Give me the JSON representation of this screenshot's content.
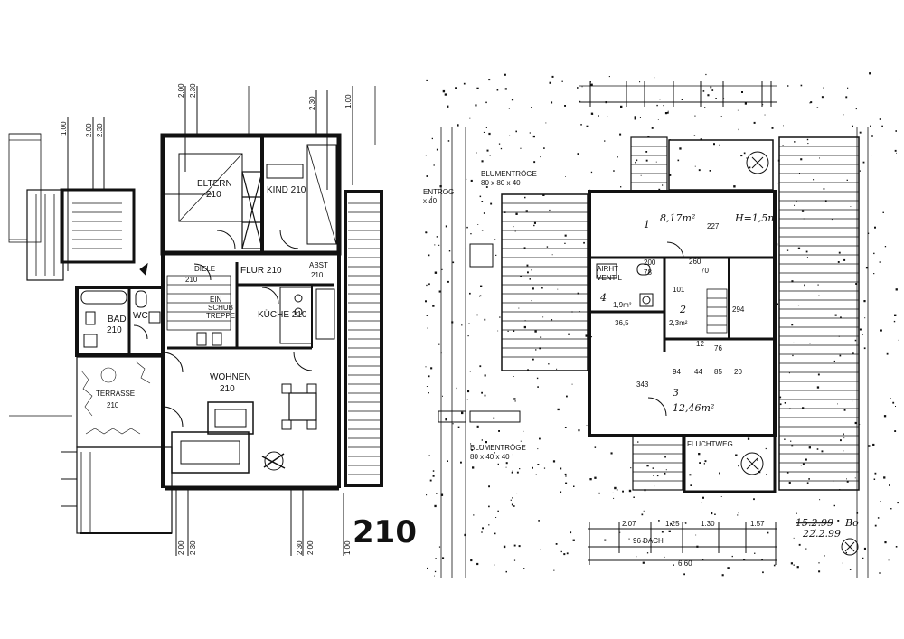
{
  "left_plan": {
    "unit_number": "210",
    "rooms": {
      "eltern": "ELTERN",
      "eltern_num": "210",
      "kind": "KIND 210",
      "diele": "DIELE",
      "diele_num": "210",
      "flur": "FLUR 210",
      "abst": "ABST",
      "abst_num": "210",
      "bad": "BAD",
      "bad_num": "210",
      "wc": "WC",
      "kueche": "KÜCHE 210",
      "treppe_1": "EIN",
      "treppe_2": "SCHUB",
      "treppe_3": "TREPPE",
      "wohnen": "WOHNEN",
      "wohnen_num": "210",
      "terrasse": "TERRASSE",
      "terrasse_num": "210"
    },
    "dims": {
      "top_a": "2.00",
      "top_b": "2.30",
      "top_c": "2.30",
      "top_d": "1.00",
      "left_a": "1.00",
      "left_b": "2.00",
      "left_c": "2.30",
      "bottom_a": "2.00",
      "bottom_b": "2.30",
      "bottom_c": "2.30",
      "bottom_d": "2.00",
      "bottom_e": "1.00"
    }
  },
  "right_plan": {
    "labels": {
      "bluementroege_top": "BLUMENTRÖGE",
      "bluementroege_top_dim": "80 x 80 x 40",
      "trog_left": "ENTROG",
      "trog_left_dim": "x 40",
      "bluementroege_bottom": "BLUMENTRÖGE",
      "bluementroege_bottom_dim": "80 x 40 x 40",
      "fluchtweg": "FLUCHTWEG"
    },
    "rooms": {
      "r1_num": "1",
      "r1_area": "8,17m²",
      "r1_height": "H=1,5m",
      "r2_num": "2",
      "r2_area": "2,3m²",
      "r3_num": "3",
      "r3_area": "12,46m²",
      "r4_num": "4",
      "r4_area": "1,9m²",
      "airtech": "AIRHT",
      "ventil": "VENTIL"
    },
    "dims": {
      "d227": "227",
      "d260": "260",
      "d70": "70",
      "d200": "200",
      "d78": "78",
      "d101": "101",
      "d294": "294",
      "d343": "343",
      "d365": "36,5",
      "d94": "94",
      "d44": "44",
      "d85": "85",
      "d20": "20",
      "d76": "76",
      "d12": "12",
      "b207": "2.07",
      "b125": "1.25",
      "b130": "1.30",
      "b157": "1.57",
      "bdach": "96 DACH",
      "b660": "6.60"
    },
    "note_crossed": "15.2.99",
    "note_sig": "Bo",
    "note_date": "22.2.99"
  }
}
